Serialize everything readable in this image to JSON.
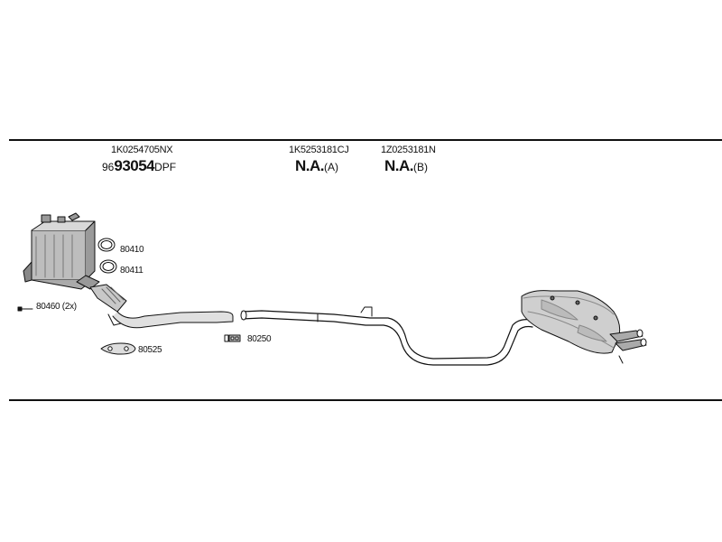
{
  "parts": [
    {
      "number": "1K0254705NX",
      "ref_prefix": "96",
      "ref_main": "93054",
      "ref_suffix": "DPF"
    },
    {
      "number": "1K5253181CJ",
      "ref_main": "N.A.",
      "ref_suffix": "(A)"
    },
    {
      "number": "1Z0253181N",
      "ref_main": "N.A.",
      "ref_suffix": "(B)"
    }
  ],
  "hardware": {
    "ring_1": "80410",
    "ring_2": "80411",
    "bolt": "80460 (2x)",
    "gasket": "80525",
    "clamp": "80250"
  }
}
